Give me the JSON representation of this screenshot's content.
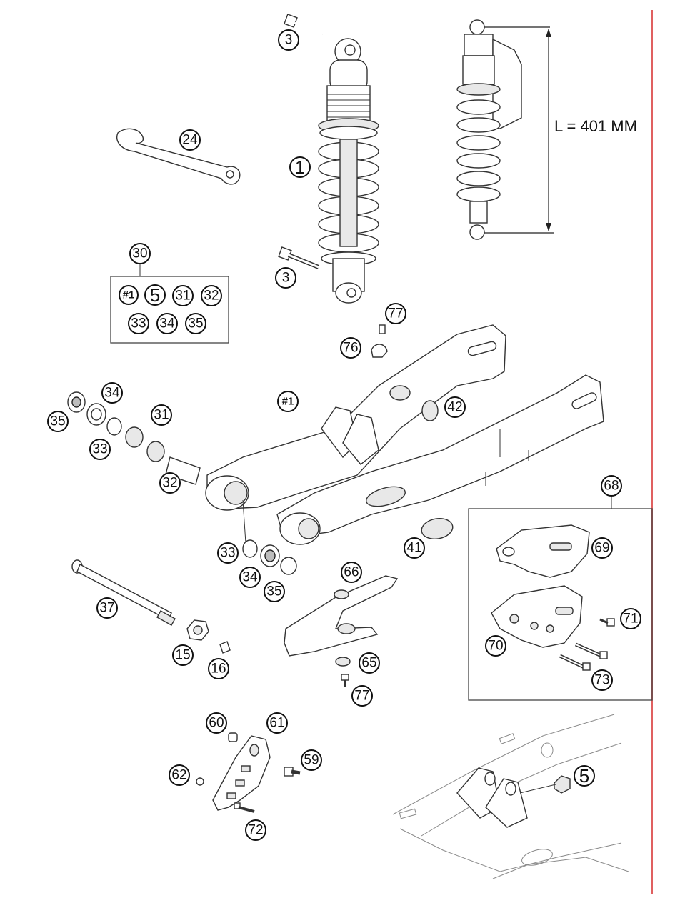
{
  "measurement": {
    "label": "L = 401 MM"
  },
  "callouts": [
    {
      "id": "c3a",
      "label": "3"
    },
    {
      "id": "c24",
      "label": "24"
    },
    {
      "id": "c1",
      "label": "1"
    },
    {
      "id": "c3b",
      "label": "3"
    },
    {
      "id": "c30",
      "label": "30"
    },
    {
      "id": "k1",
      "label": "#1"
    },
    {
      "id": "k5",
      "label": "5"
    },
    {
      "id": "k31",
      "label": "31"
    },
    {
      "id": "k32",
      "label": "32"
    },
    {
      "id": "k33",
      "label": "33"
    },
    {
      "id": "k34",
      "label": "34"
    },
    {
      "id": "k35",
      "label": "35"
    },
    {
      "id": "c77a",
      "label": "77"
    },
    {
      "id": "c76",
      "label": "76"
    },
    {
      "id": "c1h",
      "label": "#1"
    },
    {
      "id": "c42",
      "label": "42"
    },
    {
      "id": "c34a",
      "label": "34"
    },
    {
      "id": "c35a",
      "label": "35"
    },
    {
      "id": "c31",
      "label": "31"
    },
    {
      "id": "c33a",
      "label": "33"
    },
    {
      "id": "c32",
      "label": "32"
    },
    {
      "id": "c68",
      "label": "68"
    },
    {
      "id": "c69",
      "label": "69"
    },
    {
      "id": "c41",
      "label": "41"
    },
    {
      "id": "c33b",
      "label": "33"
    },
    {
      "id": "c34b",
      "label": "34"
    },
    {
      "id": "c35b",
      "label": "35"
    },
    {
      "id": "c66",
      "label": "66"
    },
    {
      "id": "c37",
      "label": "37"
    },
    {
      "id": "c71",
      "label": "71"
    },
    {
      "id": "c70",
      "label": "70"
    },
    {
      "id": "c65",
      "label": "65"
    },
    {
      "id": "c15",
      "label": "15"
    },
    {
      "id": "c16",
      "label": "16"
    },
    {
      "id": "c77b",
      "label": "77"
    },
    {
      "id": "c73",
      "label": "73"
    },
    {
      "id": "c60",
      "label": "60"
    },
    {
      "id": "c61",
      "label": "61"
    },
    {
      "id": "c59",
      "label": "59"
    },
    {
      "id": "c62",
      "label": "62"
    },
    {
      "id": "c72",
      "label": "72"
    },
    {
      "id": "c5",
      "label": "5"
    }
  ]
}
